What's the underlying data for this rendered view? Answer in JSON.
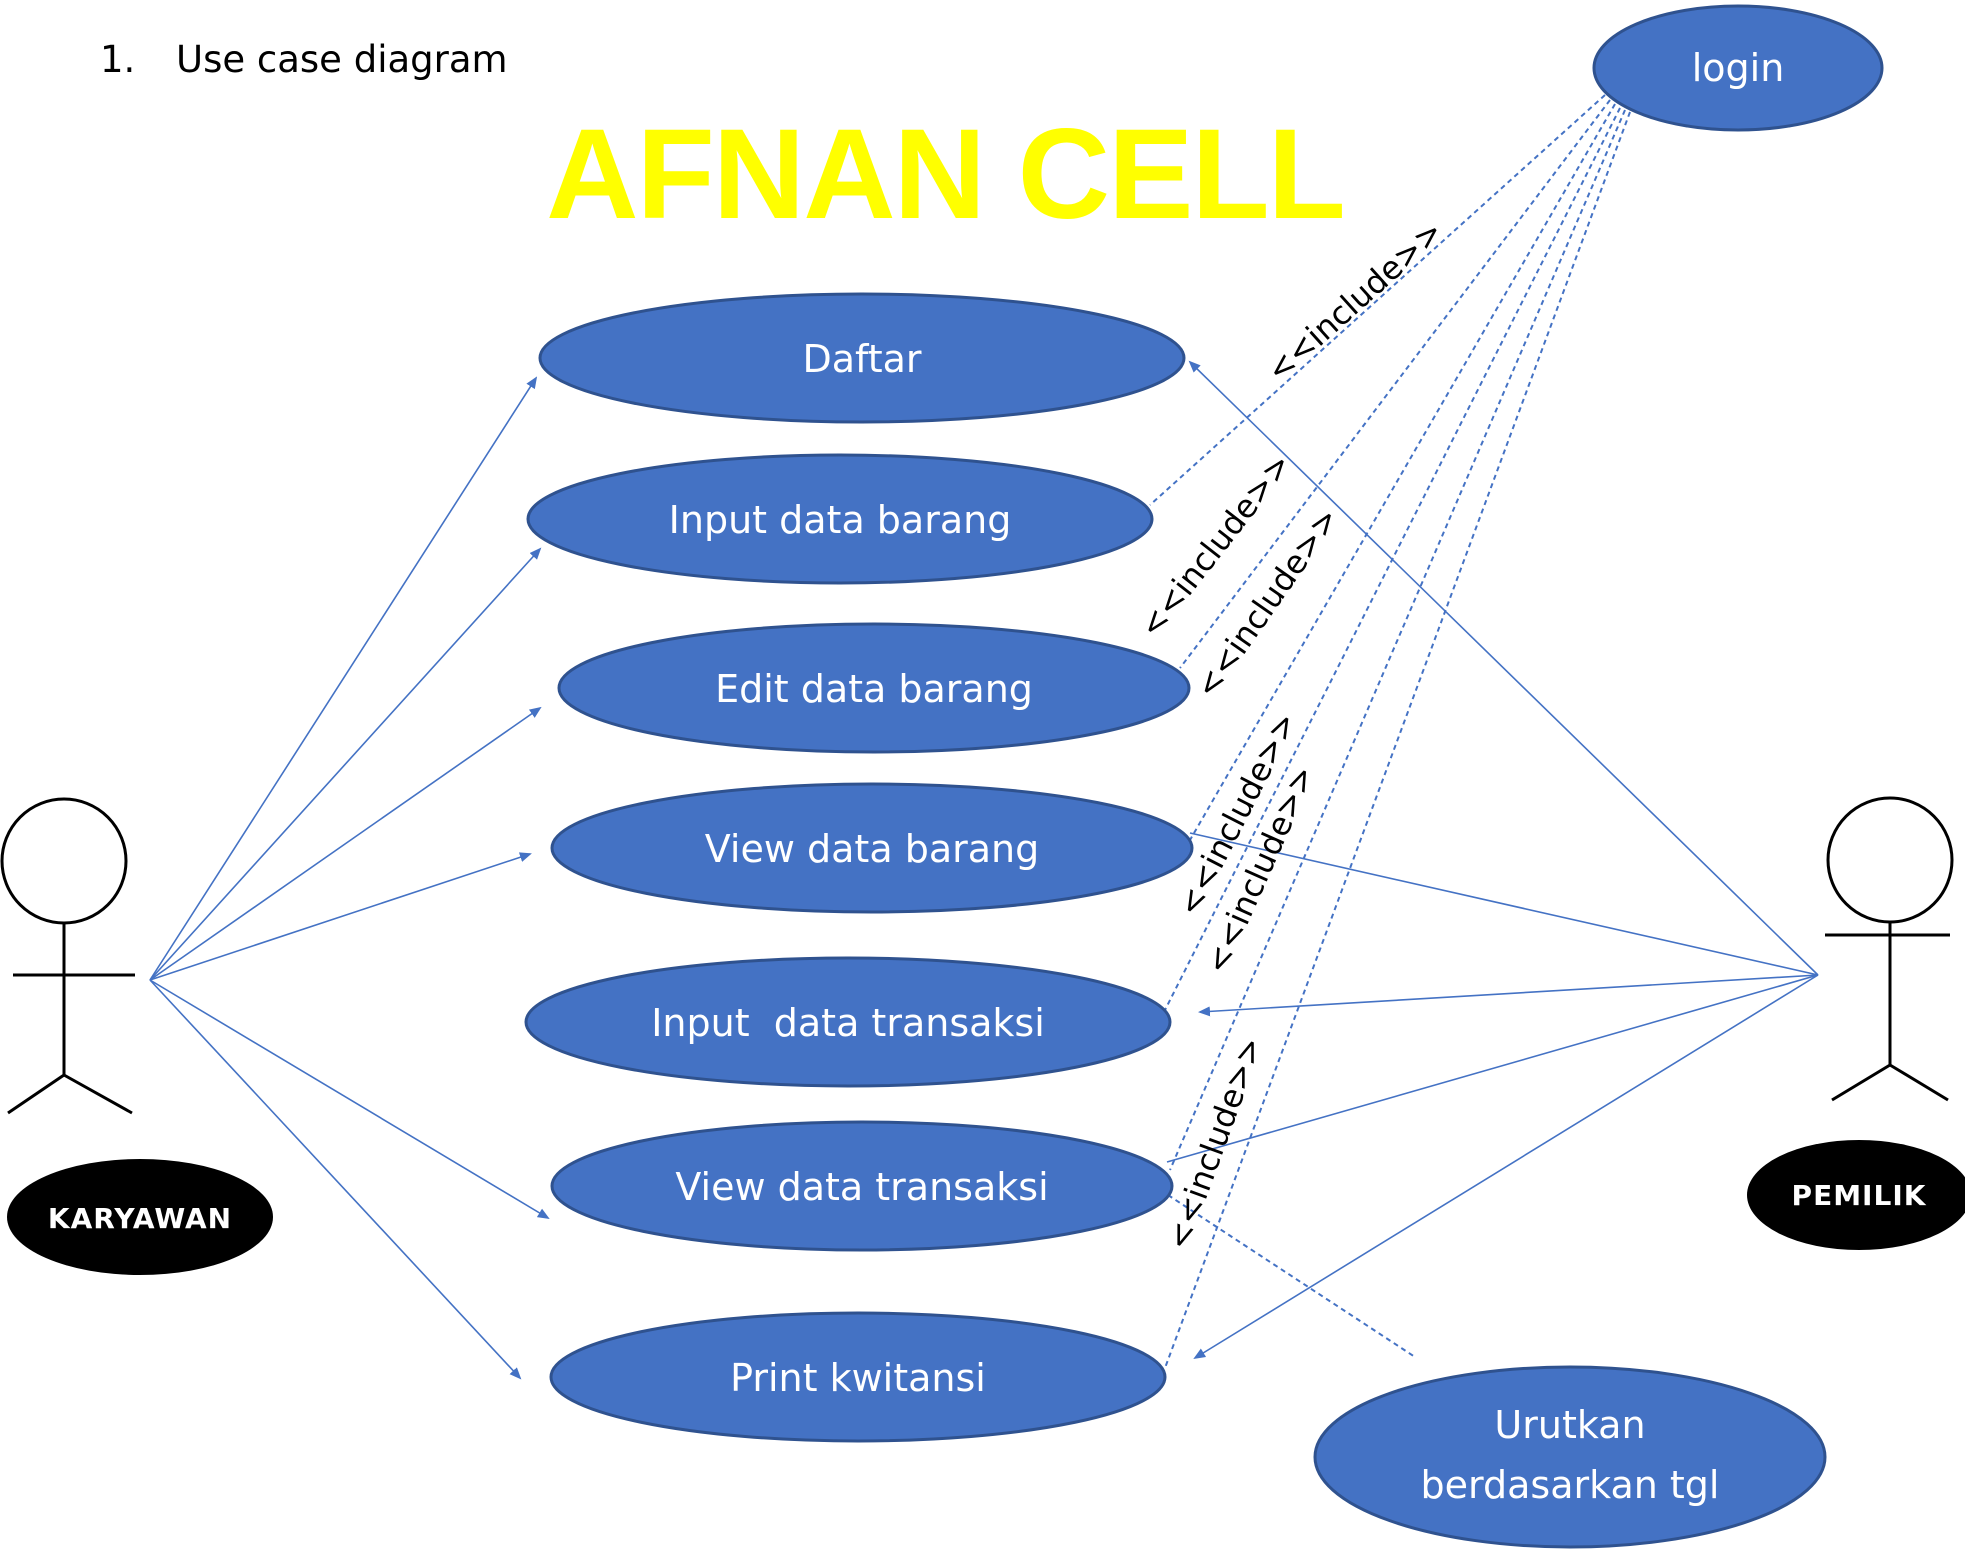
{
  "heading": {
    "number": "1.",
    "text": "Use case diagram"
  },
  "brand_title": "AFNAN CELL",
  "colors": {
    "usecase_fill": "#4472c4",
    "usecase_stroke": "#2f528f",
    "brand_yellow": "#ffff00",
    "association_line": "#4472c4",
    "badge_fill": "#000000"
  },
  "actors": {
    "karyawan": {
      "label": "KARYAWAN"
    },
    "pemilik": {
      "label": "PEMILIK"
    }
  },
  "usecases": {
    "login": "login",
    "daftar": "Daftar",
    "input_barang": "Input data barang",
    "edit_barang": "Edit data barang",
    "view_barang": "View data barang",
    "input_transaksi": "Input  data transaksi",
    "view_transaksi": "View data transaksi",
    "print_kwitansi": "Print kwitansi",
    "urutkan": {
      "line1": "Urutkan",
      "line2": "berdasarkan tgl"
    }
  },
  "relation_label": "<<include>>"
}
